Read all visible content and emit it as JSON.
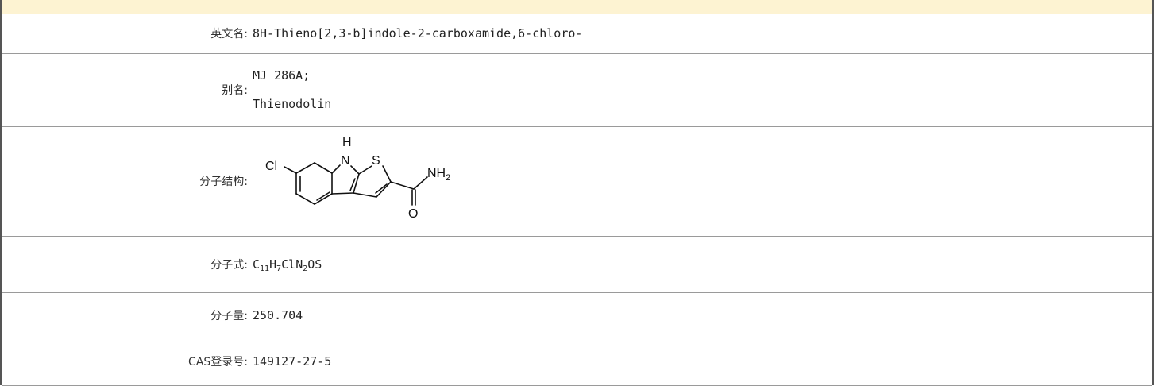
{
  "rows": {
    "english_name": {
      "label": "英文名:",
      "value": "8H-Thieno[2,3-b]indole-2-carboxamide,6-chloro-"
    },
    "alias": {
      "label": "别名:",
      "values": [
        "MJ 286A;",
        "Thienodolin"
      ]
    },
    "structure": {
      "label": "分子结构:",
      "atoms": {
        "h": "H",
        "n": "N",
        "s": "S",
        "cl": "Cl",
        "nh": "NH",
        "nh_sub": "2",
        "o": "O"
      }
    },
    "formula": {
      "label": "分子式:",
      "parts": [
        "C",
        "11",
        "H",
        "7",
        "ClN",
        "2",
        "OS"
      ]
    },
    "weight": {
      "label": "分子量:",
      "value": "250.704"
    },
    "cas": {
      "label": "CAS登录号:",
      "value": "149127-27-5"
    }
  }
}
